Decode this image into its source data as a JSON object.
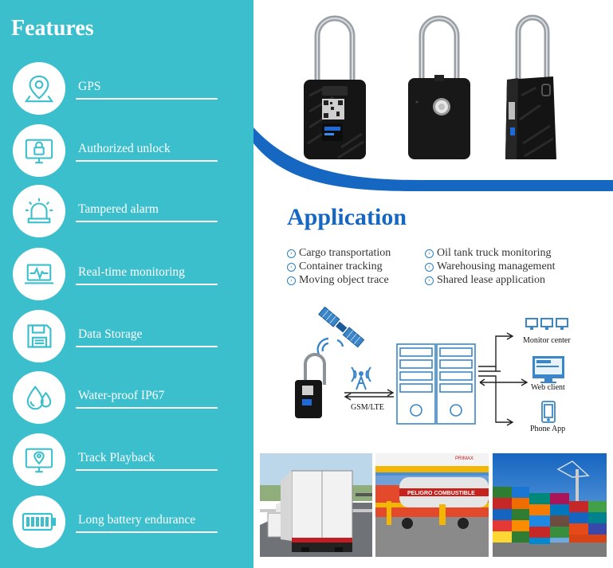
{
  "features": {
    "title": "Features",
    "items": [
      {
        "label": "GPS",
        "icon": "map-pin-icon"
      },
      {
        "label": "Authorized unlock",
        "icon": "monitor-lock-icon"
      },
      {
        "label": "Tampered alarm",
        "icon": "alarm-siren-icon"
      },
      {
        "label": "Real-time monitoring",
        "icon": "laptop-pulse-icon"
      },
      {
        "label": "Data Storage",
        "icon": "floppy-disk-icon"
      },
      {
        "label": "Water-proof IP67",
        "icon": "water-drops-icon"
      },
      {
        "label": "Track Playback",
        "icon": "monitor-pin-icon"
      },
      {
        "label": "Long battery endurance",
        "icon": "battery-full-icon"
      }
    ]
  },
  "application": {
    "title": "Application",
    "left_items": [
      "Cargo transportation",
      "Container tracking",
      "Moving object trace"
    ],
    "right_items": [
      "Oil tank truck monitoring",
      "Warehousing management",
      "Shared lease application"
    ]
  },
  "diagram": {
    "network_label": "GSM/LTE",
    "monitor_center": "Monitor center",
    "web_client": "Web client",
    "phone_app": "Phone App"
  },
  "photos": {
    "gas_station_sign": "PELIGRO COMBUSTIBLE",
    "gas_station_brand": "PRIMAX"
  },
  "colors": {
    "teal": "#3cbfcd",
    "blue": "#1667c2",
    "diagram_blue": "#3a86c8"
  }
}
